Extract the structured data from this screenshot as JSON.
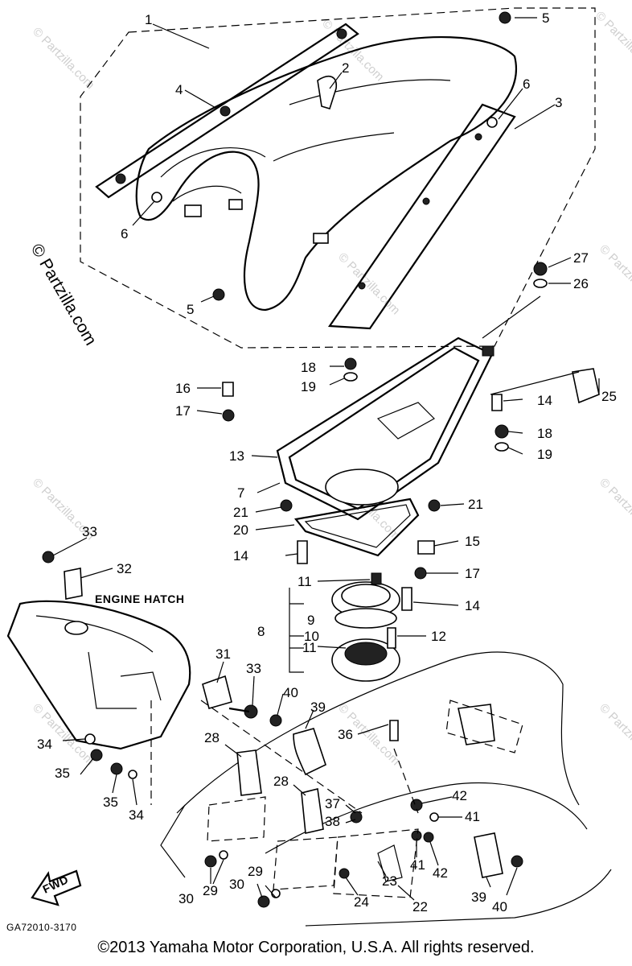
{
  "watermark": {
    "text": "© Partzilla.com",
    "side_text": "© Partzilla.com"
  },
  "labels": {
    "engine_hatch": "ENGINE HATCH",
    "fwd": "FWD",
    "diagram_code": "GA72010-3170"
  },
  "callouts": [
    {
      "id": "c1",
      "text": "1"
    },
    {
      "id": "c2",
      "text": "2"
    },
    {
      "id": "c3",
      "text": "3"
    },
    {
      "id": "c4",
      "text": "4"
    },
    {
      "id": "c5a",
      "text": "5"
    },
    {
      "id": "c5b",
      "text": "5"
    },
    {
      "id": "c6a",
      "text": "6"
    },
    {
      "id": "c6b",
      "text": "6"
    },
    {
      "id": "c27",
      "text": "27"
    },
    {
      "id": "c26",
      "text": "26"
    },
    {
      "id": "c18a",
      "text": "18"
    },
    {
      "id": "c19a",
      "text": "19"
    },
    {
      "id": "c16",
      "text": "16"
    },
    {
      "id": "c17a",
      "text": "17"
    },
    {
      "id": "c14a",
      "text": "14"
    },
    {
      "id": "c25",
      "text": "25"
    },
    {
      "id": "c18b",
      "text": "18"
    },
    {
      "id": "c19b",
      "text": "19"
    },
    {
      "id": "c13",
      "text": "13"
    },
    {
      "id": "c7",
      "text": "7"
    },
    {
      "id": "c21a",
      "text": "21"
    },
    {
      "id": "c21b",
      "text": "21"
    },
    {
      "id": "c20",
      "text": "20"
    },
    {
      "id": "c15",
      "text": "15"
    },
    {
      "id": "c14b",
      "text": "14"
    },
    {
      "id": "c17b",
      "text": "17"
    },
    {
      "id": "c11a",
      "text": "11"
    },
    {
      "id": "c14c",
      "text": "14"
    },
    {
      "id": "c9",
      "text": "9"
    },
    {
      "id": "c8",
      "text": "8"
    },
    {
      "id": "c10",
      "text": "10"
    },
    {
      "id": "c12",
      "text": "12"
    },
    {
      "id": "c11b",
      "text": "11"
    },
    {
      "id": "c33a",
      "text": "33"
    },
    {
      "id": "c32",
      "text": "32"
    },
    {
      "id": "c31",
      "text": "31"
    },
    {
      "id": "c33b",
      "text": "33"
    },
    {
      "id": "c40a",
      "text": "40"
    },
    {
      "id": "c39a",
      "text": "39"
    },
    {
      "id": "c36",
      "text": "36"
    },
    {
      "id": "c34a",
      "text": "34"
    },
    {
      "id": "c35a",
      "text": "35"
    },
    {
      "id": "c28a",
      "text": "28"
    },
    {
      "id": "c35b",
      "text": "35"
    },
    {
      "id": "c34b",
      "text": "34"
    },
    {
      "id": "c28b",
      "text": "28"
    },
    {
      "id": "c37",
      "text": "37"
    },
    {
      "id": "c38",
      "text": "38"
    },
    {
      "id": "c42a",
      "text": "42"
    },
    {
      "id": "c41a",
      "text": "41"
    },
    {
      "id": "c41b",
      "text": "41"
    },
    {
      "id": "c42b",
      "text": "42"
    },
    {
      "id": "c29a",
      "text": "29"
    },
    {
      "id": "c30a",
      "text": "30"
    },
    {
      "id": "c29b",
      "text": "29"
    },
    {
      "id": "c30b",
      "text": "30"
    },
    {
      "id": "c23",
      "text": "23"
    },
    {
      "id": "c24",
      "text": "24"
    },
    {
      "id": "c22",
      "text": "22"
    },
    {
      "id": "c39b",
      "text": "39"
    },
    {
      "id": "c40b",
      "text": "40"
    }
  ],
  "copyright": "©2013 Yamaha Motor Corporation, U.S.A. All rights reserved."
}
